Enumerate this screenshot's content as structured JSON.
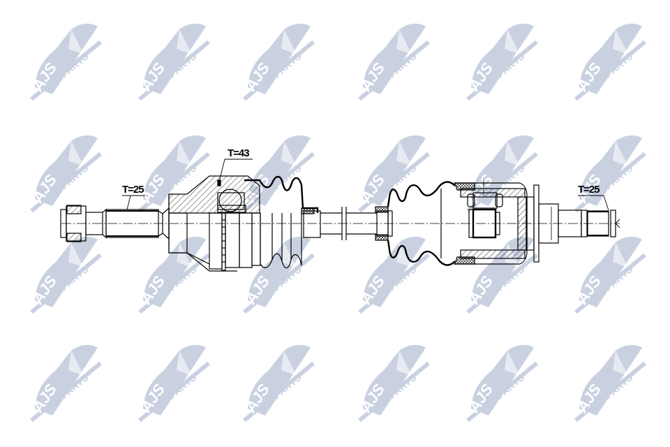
{
  "diagram": {
    "type": "technical-drawing",
    "subject": "CV drive shaft (axle) cross-section",
    "background": "#ffffff",
    "line_color": "#000000",
    "watermark": {
      "brand": "AJS",
      "suffix": "PARTS",
      "color": "#c9d1e1",
      "columns_x": [
        40,
        195,
        345,
        510,
        665,
        820
      ],
      "rows_y": [
        30,
        190,
        335,
        490
      ]
    },
    "labels": {
      "left_spline": "T=25",
      "outer_joint_ring": "T=43",
      "right_spline": "T=25"
    },
    "components": [
      {
        "name": "left-stub-shaft",
        "label": "T=25"
      },
      {
        "name": "outer-cv-joint",
        "label": "T=43"
      },
      {
        "name": "outer-boot"
      },
      {
        "name": "intermediate-shaft"
      },
      {
        "name": "inner-boot"
      },
      {
        "name": "inner-tripod-joint"
      },
      {
        "name": "right-stub-shaft",
        "label": "T=25"
      }
    ]
  }
}
